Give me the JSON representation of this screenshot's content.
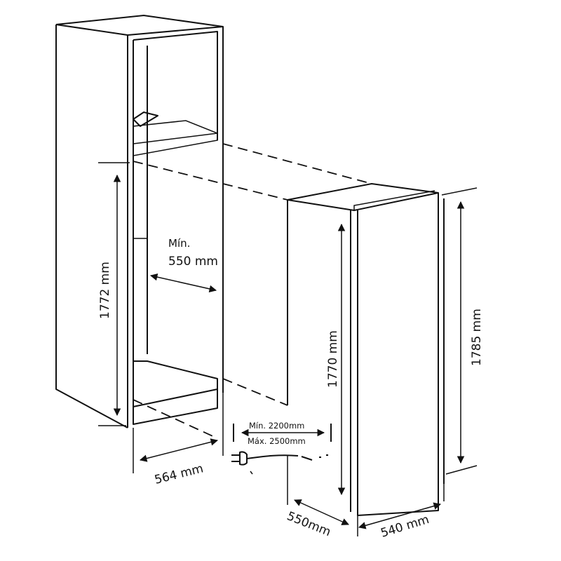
{
  "title": "Built-in refrigerator installation dimensions",
  "labels": {
    "niche_height": "1772 mm",
    "niche_depth_min_prefix": "Mín.",
    "niche_depth": "550   mm",
    "niche_width": "564 mm",
    "cable_min": "Mín. 2200mm",
    "cable_max": "Máx. 2500mm",
    "appliance_body_height": "1770 mm",
    "appliance_total_height": "1785  mm",
    "appliance_depth": "550mm",
    "appliance_width": "540 mm"
  }
}
